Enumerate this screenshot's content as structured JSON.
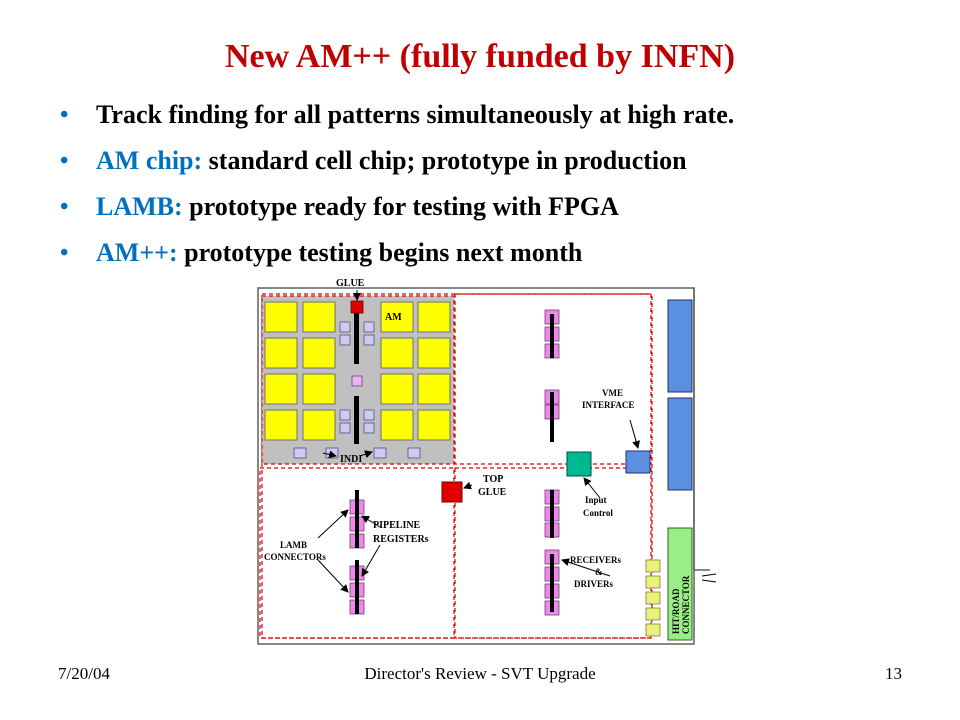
{
  "slide": {
    "title": "New AM++  (fully funded by INFN)",
    "bullets": [
      {
        "prefix": "",
        "text": "Track finding for all patterns simultaneously at high rate."
      },
      {
        "prefix": "AM chip:",
        "text": "  standard cell chip;  prototype in production"
      },
      {
        "prefix": "LAMB:",
        "text": "  prototype ready for testing with FPGA"
      },
      {
        "prefix": "AM++:",
        "text": "  prototype testing begins next month"
      }
    ]
  },
  "diagram": {
    "labels": {
      "glue": "GLUE",
      "am": "AM",
      "indi": "INDI",
      "vme_line1": "VME",
      "vme_line2": "INTERFACE",
      "top_glue_line1": "TOP",
      "top_glue_line2": "GLUE",
      "input_line1": "Input",
      "input_line2": "Control",
      "pipeline_line1": "PIPELINE",
      "pipeline_line2": "REGISTERs",
      "lamb_line1": "LAMB",
      "lamb_line2": "CONNECTORs",
      "receivers_line1": "RECEIVERs",
      "receivers_line2": "&",
      "receivers_line3": "DRIVERs",
      "hitroad_line1": "HIT/ROAD",
      "hitroad_line2": "CONNECTOR"
    },
    "colors": {
      "am_chip": "#ffff00",
      "glue": "#e00000",
      "connector": "#ee88ee",
      "vme": "#5b8fe0",
      "input_control": "#00b890",
      "hit_road": "#99ee88",
      "board_outline": "#e00000",
      "lamb_area": "#c0c0c0"
    }
  },
  "footer": {
    "date": "7/20/04",
    "center": "Director's Review - SVT Upgrade",
    "page": "13"
  }
}
